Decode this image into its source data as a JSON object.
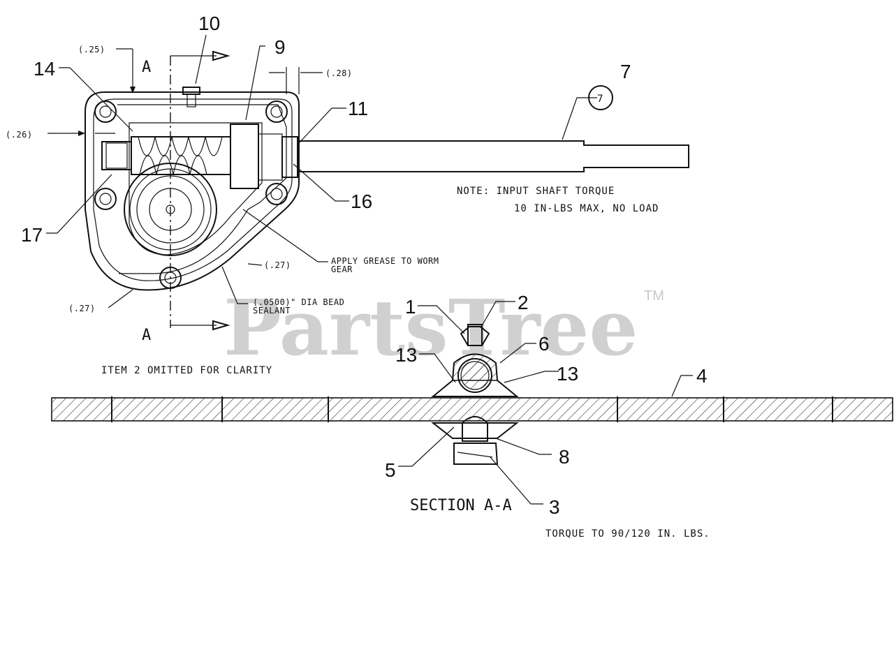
{
  "part_labels": {
    "p1": "1",
    "p2": "2",
    "p3": "3",
    "p4": "4",
    "p5": "5",
    "p6": "6",
    "p7": "7",
    "p7_circle": "7",
    "p8": "8",
    "p9": "9",
    "p10": "10",
    "p11": "11",
    "p13a": "13",
    "p13b": "13",
    "p14": "14",
    "p16": "16",
    "p17": "17"
  },
  "dimensions": {
    "d25": "(.25)",
    "d28": "(.28)",
    "d26": "(.26)",
    "d27a": "(.27)",
    "d27b": "(.27)"
  },
  "section_marks": {
    "a_top": "A",
    "a_bottom": "A"
  },
  "notes": {
    "note_line1": "NOTE:  INPUT SHAFT TORQUE",
    "note_line2": "10 IN-LBS MAX, NO LOAD",
    "grease_line1": "APPLY GREASE TO WORM",
    "grease_line2": "GEAR",
    "bead_line1": "(.0500)\" DIA BEAD",
    "bead_line2": "SEALANT",
    "item_omitted": "ITEM 2 OMITTED FOR CLARITY",
    "section_title": "SECTION A-A",
    "torque": "TORQUE TO 90/120 IN. LBS."
  },
  "watermark": {
    "text": "PartsTree",
    "tm": "TM"
  }
}
